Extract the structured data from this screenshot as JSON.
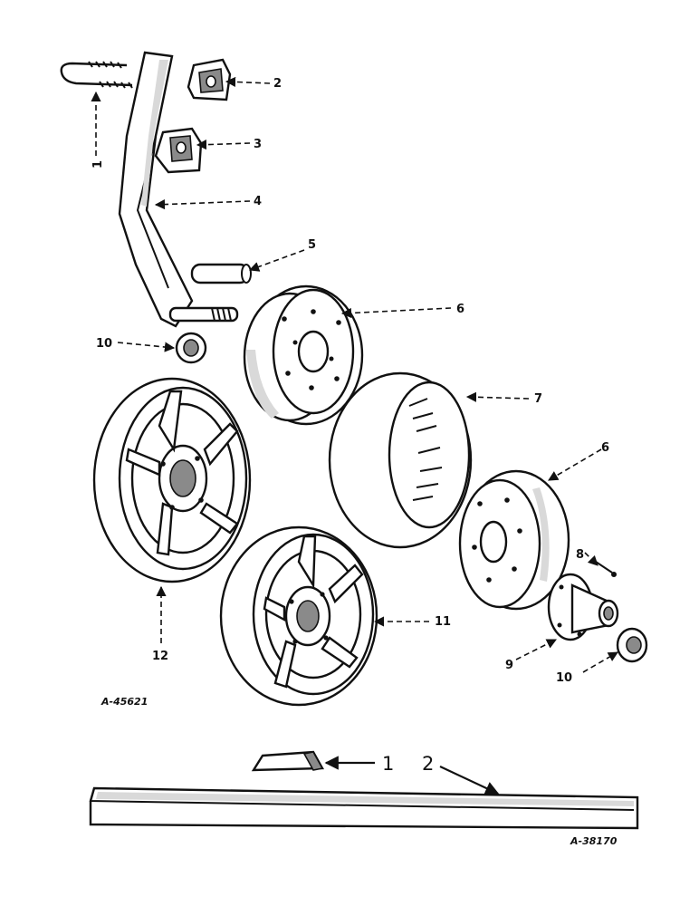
{
  "figure_top": {
    "reference_code": "A-45621",
    "callouts": [
      "1",
      "2",
      "3",
      "4",
      "5",
      "6",
      "7",
      "6",
      "8",
      "9",
      "10",
      "10",
      "11",
      "12"
    ]
  },
  "figure_bottom": {
    "reference_code": "A-38170",
    "callouts": [
      "1",
      "2"
    ]
  }
}
